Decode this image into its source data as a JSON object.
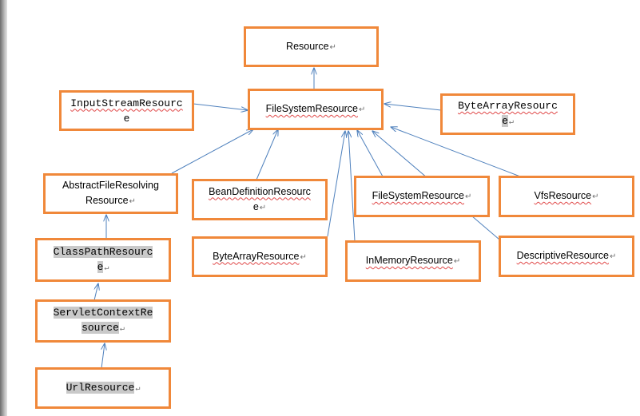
{
  "diagram": {
    "return_mark": "↵",
    "nodes": {
      "resource": "Resource",
      "filesystem_top": "FileSystemResource",
      "inputstream": {
        "line1": "InputStreamResourc",
        "line2": "e"
      },
      "bytearray_top": {
        "line1": "ByteArrayResourc",
        "line2": "e"
      },
      "abstractfile": {
        "line1": "AbstractFileResolving",
        "line2": "Resource"
      },
      "beandefinition": {
        "line1": "BeanDefinitionResourc",
        "line2": "e"
      },
      "filesystem_mid": "FileSystemResource",
      "vfs": "VfsResource",
      "classpath": {
        "line1": "ClassPathResourc",
        "line2": "e"
      },
      "bytearray_mid": "ByteArrayResource",
      "inmemory": "InMemoryResource",
      "descriptive": "DescriptiveResource",
      "servletcontext": {
        "line1": "ServletContextRe",
        "line2": "source"
      },
      "url": "UrlResource"
    },
    "colors": {
      "box_border": "#f0883a",
      "arrow": "#4f81bd",
      "spell_underline": "#e04848",
      "highlight": "#c9c9c9"
    }
  }
}
